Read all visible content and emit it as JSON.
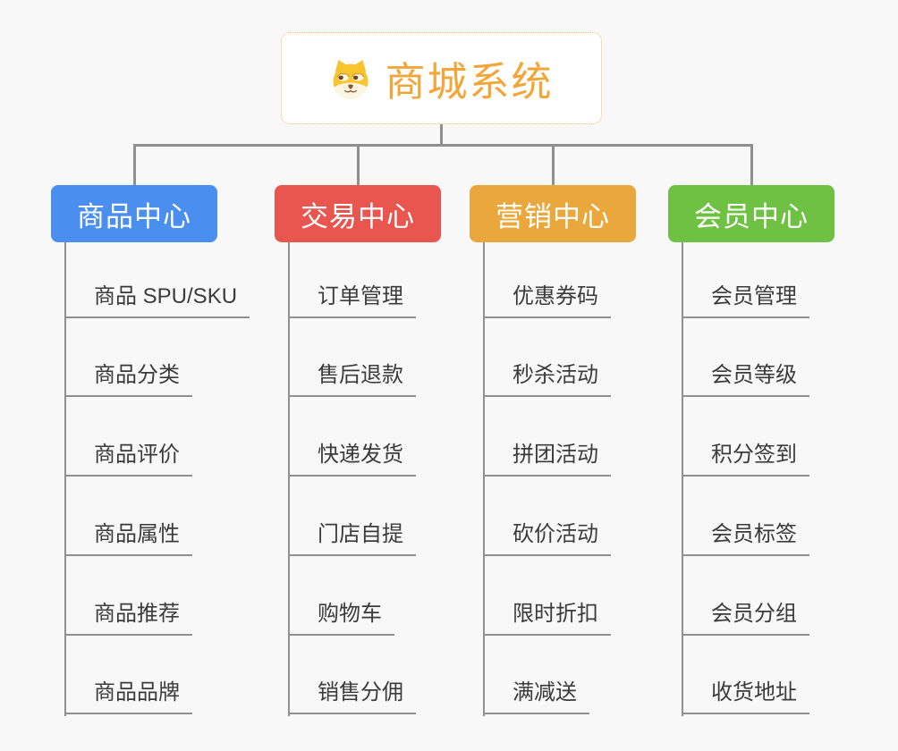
{
  "canvas": {
    "background_color": "#f8f8f8",
    "connector_color": "#8f8f8f"
  },
  "root": {
    "title": "商城系统",
    "icon": "dog-face-icon",
    "title_color": "#f2a638",
    "border_color": "#f2bd63"
  },
  "branches": [
    {
      "id": "product-center",
      "label": "商品中心",
      "color": "#4a8ff0",
      "items": [
        "商品 SPU/SKU",
        "商品分类",
        "商品评价",
        "商品属性",
        "商品推荐",
        "商品品牌"
      ]
    },
    {
      "id": "trade-center",
      "label": "交易中心",
      "color": "#e9564f",
      "items": [
        "订单管理",
        "售后退款",
        "快递发货",
        "门店自提",
        "购物车",
        "销售分佣"
      ]
    },
    {
      "id": "marketing-center",
      "label": "营销中心",
      "color": "#eaa83c",
      "items": [
        "优惠券码",
        "秒杀活动",
        "拼团活动",
        "砍价活动",
        "限时折扣",
        "满减送"
      ]
    },
    {
      "id": "member-center",
      "label": "会员中心",
      "color": "#6fc143",
      "items": [
        "会员管理",
        "会员等级",
        "积分签到",
        "会员标签",
        "会员分组",
        "收货地址"
      ]
    }
  ]
}
